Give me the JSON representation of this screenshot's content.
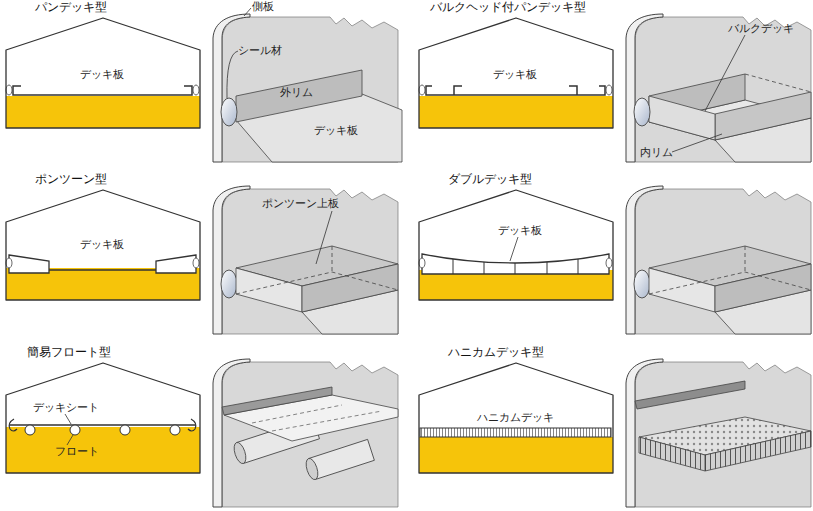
{
  "diagram": {
    "nodes": [
      {
        "text": [
          "パンデッキ型",
          "デッキ板"
        ]
      },
      {
        "text": [
          "バルクヘッド付パンデッキ型",
          "デッキ板"
        ]
      },
      {
        "text": [
          "ポンツーン型",
          "デッキ板"
        ]
      },
      {
        "text": [
          "ダブルデッキ型",
          "デッキ板"
        ]
      },
      {
        "text": [
          "簡易フロート型",
          "デッキシート",
          "フロート"
        ]
      },
      {
        "text": [
          "ハニカムデッキ型",
          "ハニカムデッキ"
        ]
      }
    ],
    "labels": [
      "側板",
      "シール材",
      "外リム",
      "デッキ板",
      "バルクデッキ",
      "内リム",
      "ポンツーン上板"
    ]
  }
}
